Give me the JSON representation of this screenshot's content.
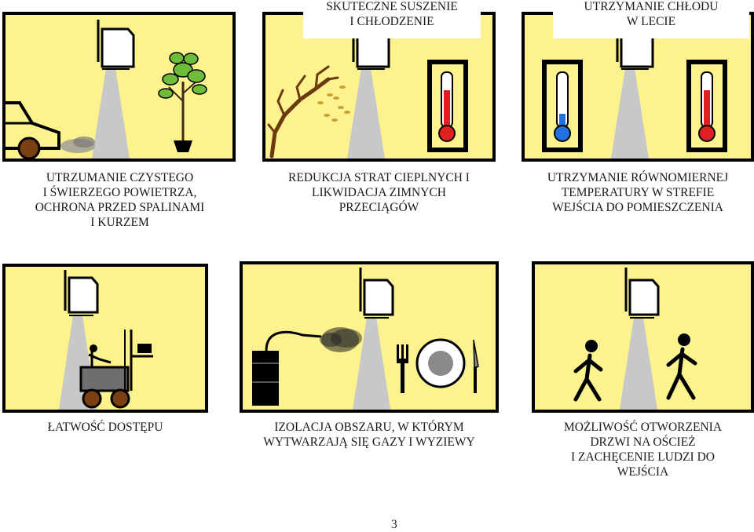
{
  "panels": [
    {
      "caption": "UTRZUMANIE CZYSTEGO\nI ŚWIERZEGO POWIETRZA,\nOCHRONA PRZED SPALINAMI\nI KURZEM"
    },
    {
      "caption": "REDUKCJA STRAT CIEPLNYCH I\nLIKWIDACJA ZIMNYCH\nPRZECIĄGÓW",
      "tag": "SKUTECZNE SUSZENIE\nI CHŁODZENIE"
    },
    {
      "caption": "UTRZYMANIE RÓWNOMIERNEJ\nTEMPERATURY W STREFIE\nWEJŚCIA DO POMIESZCZENIA",
      "tag": "UTRZYMANIE CHŁODU\nW LECIE"
    },
    {
      "caption": "ŁATWOŚĆ DOSTĘPU"
    },
    {
      "caption": "IZOLACJA OBSZARU, W KTÓRYM\nWYTWARZAJĄ SIĘ GAZY I WYZIEWY"
    },
    {
      "caption": "MOŻLIWOŚĆ OTWORZENIA\nDRZWI NA OŚCIEŻ\nI ZACHĘCENIE LUDZI DO\nWEJŚCIA"
    }
  ],
  "page_number": "3",
  "colors": {
    "panel_fill": "#fcf28e",
    "air_curtain": "#c8c8c8",
    "thermo_red": "#e02020",
    "thermo_blue": "#2070e0"
  }
}
